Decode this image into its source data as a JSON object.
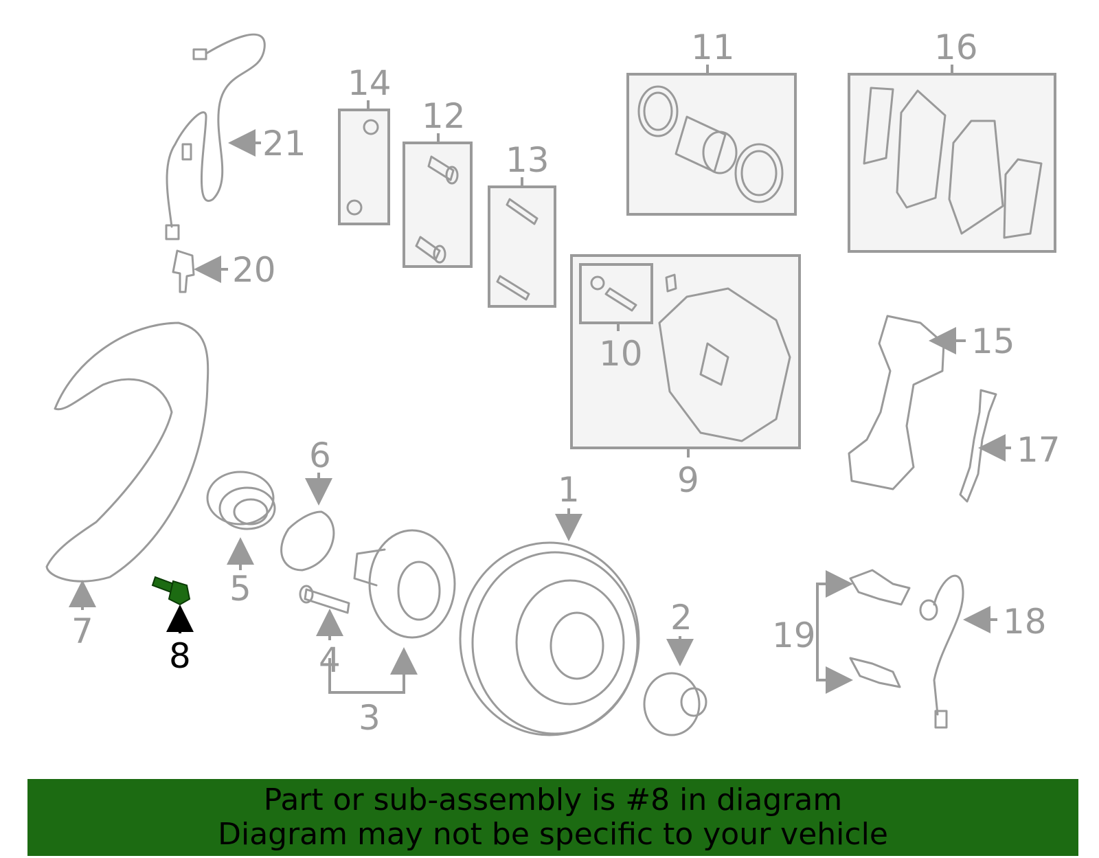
{
  "highlighted_part": "8",
  "colors": {
    "highlight": "#1c6b12",
    "line": "#9a9a9a",
    "banner_bg": "#1c6b12"
  },
  "callouts": {
    "c1": "1",
    "c2": "2",
    "c3": "3",
    "c4": "4",
    "c5": "5",
    "c6": "6",
    "c7": "7",
    "c8": "8",
    "c9": "9",
    "c10": "10",
    "c11": "11",
    "c12": "12",
    "c13": "13",
    "c14": "14",
    "c15": "15",
    "c16": "16",
    "c17": "17",
    "c18": "18",
    "c19": "19",
    "c20": "20",
    "c21": "21"
  },
  "banner": {
    "line1": "Part or sub-assembly is #8 in diagram",
    "line2": "Diagram may not be specific to your vehicle"
  }
}
